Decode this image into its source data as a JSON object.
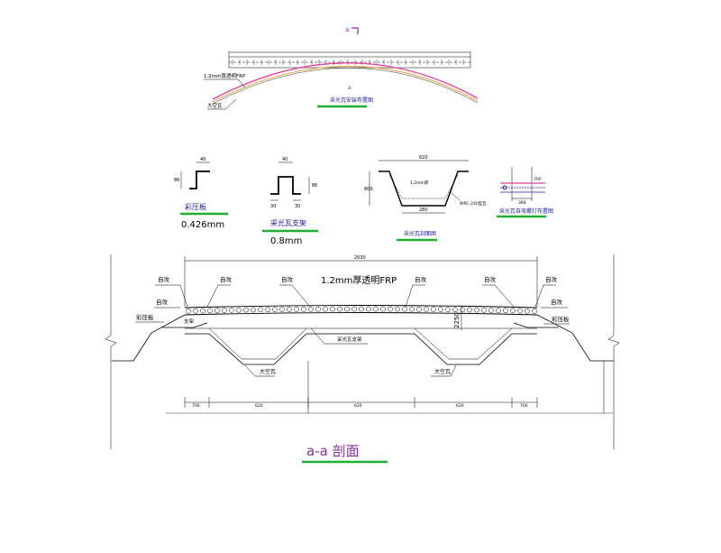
{
  "colors": {
    "underline": "#1fae2f",
    "panel": "#e0409a",
    "title_blue": "#1a1aa0",
    "title_purple": "#8a2aa0"
  },
  "top_arch": {
    "label_frp": "1.2mm厚透明FRP",
    "label_tile": "大空瓦",
    "title": "采光瓦安装布置图",
    "marker_a": "a",
    "marker_b": "a"
  },
  "details": {
    "color_plate": {
      "title": "彩压板",
      "thickness": "0.426mm",
      "dim": "40",
      "dim2": "86"
    },
    "skylight_bracket": {
      "title": "采光瓦支架",
      "thickness": "0.8mm",
      "dim_top": "40",
      "dim_h": "86",
      "dim_l": "30",
      "dim_r": "30"
    },
    "tile_section": {
      "title": "采光瓦剖面图",
      "dim_top": "620",
      "dim_h": "800",
      "dim_bottom": "280",
      "note_frp": "1.2mm厚",
      "note_tile": "WRC-240型瓦"
    },
    "bolt_layout": {
      "title": "采光瓦自攻螺钉布置图",
      "dim": "360"
    }
  },
  "section": {
    "title": "a-a  剖面",
    "top_dim": "2030",
    "frp_label": "1.2mm厚透明FRP",
    "height_dim": "2250",
    "bracket_label": "采光瓦支架",
    "color_plate": "彩压板",
    "bracket": "支架",
    "self_tap": [
      "自攻",
      "自攻",
      "自攻",
      "自攻",
      "自攻",
      "自攻",
      "自攻",
      "自攻"
    ],
    "tile": [
      "大空瓦",
      "大空瓦"
    ],
    "bottom_dims": [
      "700",
      "620",
      "620",
      "620",
      "700"
    ]
  }
}
